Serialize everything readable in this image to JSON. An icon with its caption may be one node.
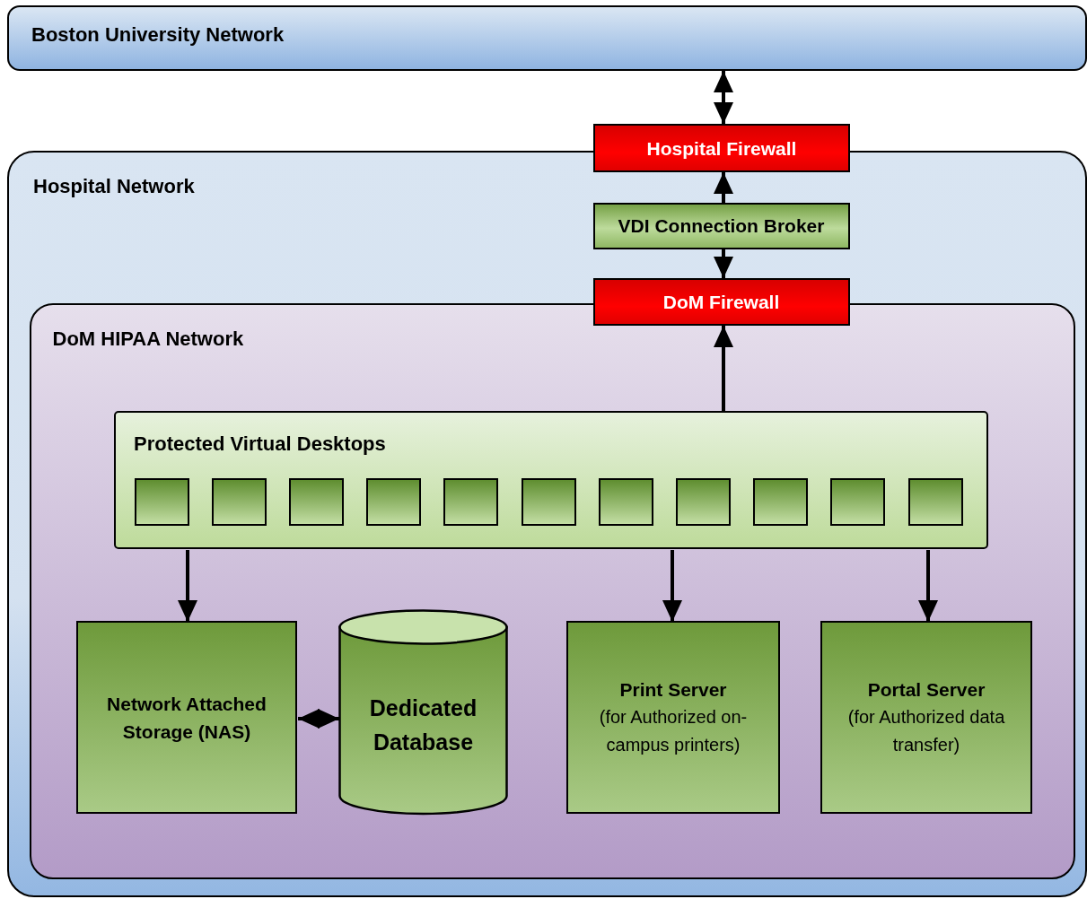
{
  "diagram": {
    "nodes": [
      {
        "text": [
          "Boston University Network"
        ]
      },
      {
        "text": [
          "Hospital Network"
        ]
      },
      {
        "text": [
          "Hospital Firewall"
        ]
      },
      {
        "text": [
          "VDI Connection Broker"
        ],
        "in": 1
      },
      {
        "text": [
          "DoM Firewall"
        ],
        "in": 1
      },
      {
        "text": [
          "DoM HIPAA Network"
        ],
        "in": 1
      },
      {
        "text": [
          "Protected Virtual Desktops"
        ],
        "in": 5
      },
      {
        "text": [],
        "shape": "box",
        "in": 6
      },
      {
        "text": [],
        "shape": "box",
        "in": 6
      },
      {
        "text": [],
        "shape": "box",
        "in": 6
      },
      {
        "text": [],
        "shape": "box",
        "in": 6
      },
      {
        "text": [],
        "shape": "box",
        "in": 6
      },
      {
        "text": [],
        "shape": "box",
        "in": 6
      },
      {
        "text": [],
        "shape": "box",
        "in": 6
      },
      {
        "text": [],
        "shape": "box",
        "in": 6
      },
      {
        "text": [],
        "shape": "box",
        "in": 6
      },
      {
        "text": [],
        "shape": "box",
        "in": 6
      },
      {
        "text": [],
        "shape": "box",
        "in": 6
      },
      {
        "text": [
          "Network Attached Storage (NAS)"
        ],
        "in": 5
      },
      {
        "text": [
          "Dedicated Database"
        ],
        "in": 5
      },
      {
        "text": [
          "Print Server",
          "(for Authorized on-campus printers)"
        ],
        "in": 5
      },
      {
        "text": [
          "Portal Server",
          "(for Authorized data transfer)"
        ],
        "in": 5
      }
    ],
    "edges": [
      {
        "from": 0,
        "to": 2,
        "arrow": "both"
      },
      {
        "from": 3,
        "to": 2,
        "arrow": "to"
      },
      {
        "from": 3,
        "to": 4,
        "arrow": "to"
      },
      {
        "from": 6,
        "to": 4,
        "arrow": "to"
      },
      {
        "from": 6,
        "to": 18,
        "arrow": "to"
      },
      {
        "from": 6,
        "to": 20,
        "arrow": "to"
      },
      {
        "from": 6,
        "to": 21,
        "arrow": "to"
      },
      {
        "from": 18,
        "to": 19,
        "arrow": "both"
      }
    ]
  }
}
